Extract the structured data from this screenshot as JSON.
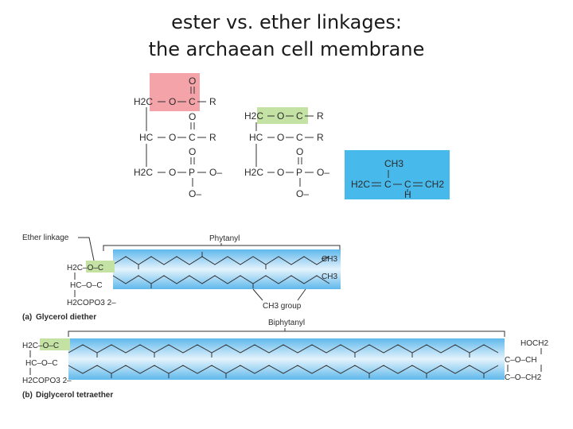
{
  "title": {
    "line1": "ester vs. ether linkages:",
    "line2": "the archaean cell membrane"
  },
  "colors": {
    "ester_highlight": "#f4a3a8",
    "ether_highlight": "#c4e2a4",
    "isoprene_box": "#47b9ea",
    "chain_band_top": "#5fb8ec",
    "chain_band_mid": "#e4f3fc"
  },
  "ester_lipid": {
    "row1": [
      "H2C",
      "O",
      "C",
      "R"
    ],
    "row1_carbonyl": "O",
    "row2": [
      "HC",
      "O",
      "C",
      "R"
    ],
    "row2_carbonyl": "O",
    "row3": [
      "H2C",
      "O",
      "P",
      "O–"
    ],
    "row3_top": "O",
    "row3_bottom": "O–"
  },
  "ether_lipid": {
    "row1": [
      "H2C",
      "O",
      "C",
      "R"
    ],
    "row2": [
      "HC",
      "O",
      "C",
      "R"
    ],
    "row3": [
      "H2C",
      "O",
      "P",
      "O–"
    ],
    "row3_top": "O",
    "row3_bottom": "O–"
  },
  "isoprene": {
    "ch3": "CH3",
    "chain": [
      "H2C",
      "C",
      "C",
      "CH2"
    ],
    "h": "H"
  },
  "diether": {
    "ether_linkage_label": "Ether linkage",
    "phytanyl_label": "Phytanyl",
    "row1": "H2C–O–C",
    "row2": "HC–O–C",
    "row3": "H2COPO3 2–",
    "ch3_top": "CH3",
    "ch3_bottom": "CH3",
    "ch3_group_label": "CH3 group",
    "caption_letter": "(a)",
    "caption": "Glycerol diether"
  },
  "tetraether": {
    "biphytanyl_label": "Biphytanyl",
    "left_row1": "H2C–O–C",
    "left_row2": "HC–O–C",
    "left_row3": "H2COPO3 2–",
    "right_top": "HOCH2",
    "right_row1": "C–O–CH",
    "right_row2": "C–O–CH2",
    "caption_letter": "(b)",
    "caption": "Diglycerol tetraether"
  }
}
